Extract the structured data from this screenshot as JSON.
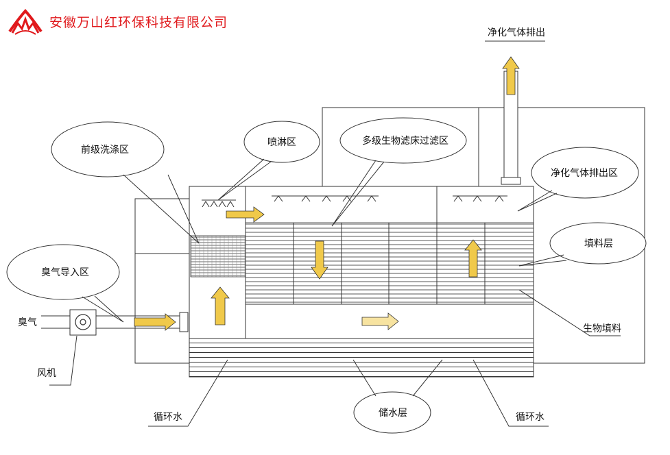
{
  "header": {
    "company_name": "安徽万山红环保科技有限公司",
    "logo_icon": "mountain-logo-icon",
    "brand_color": "#e0191c"
  },
  "labels": {
    "clean_gas_top": "净化气体排出",
    "pre_wash": "前级洗涤区",
    "spray": "喷淋区",
    "multi_bio": "多级生物滤床过滤区",
    "clean_gas_zone": "净化气体排出区",
    "packing_layer": "填料层",
    "odor_intake": "臭气导入区",
    "odor": "臭气",
    "fan": "风机",
    "bio_packing": "生物填料",
    "circ_water_left": "循环水",
    "water_storage": "储水层",
    "circ_water_right": "循环水"
  },
  "colors": {
    "arrow_fill": "#f0c94a",
    "arrow_fill_light": "#f7e3a0",
    "line": "#333333"
  }
}
